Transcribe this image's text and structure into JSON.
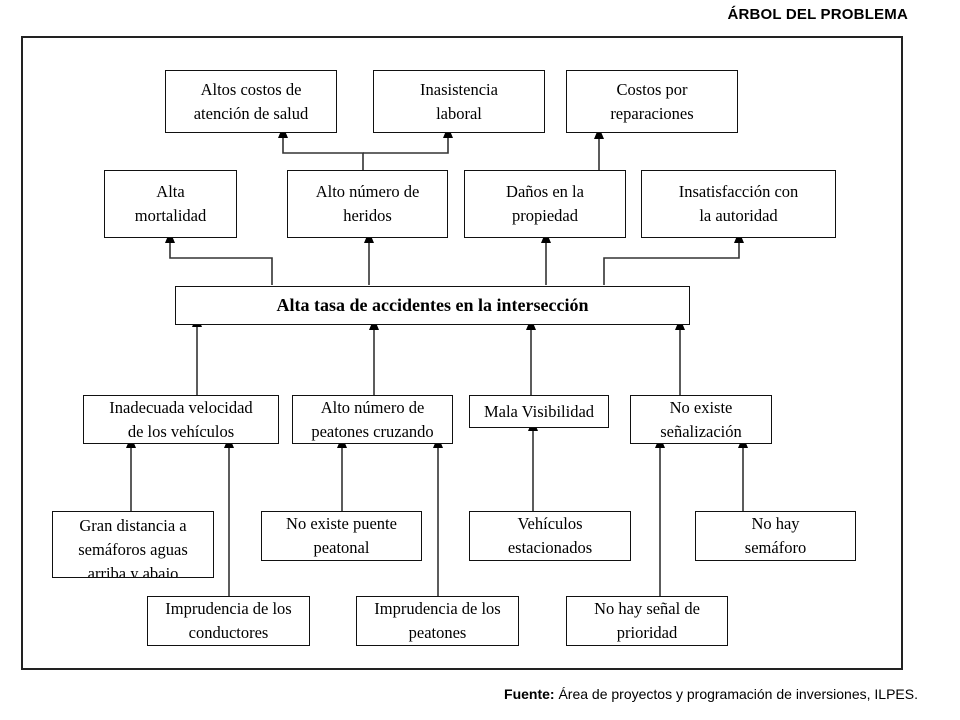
{
  "title": "ÁRBOL DEL PROBLEMA",
  "source": {
    "label": "Fuente:",
    "text": " Área de proyectos y programación de inversiones, ILPES."
  },
  "central_problem": "Alta tasa de accidentes en la intersección",
  "effects": {
    "top": [
      "Altos costos de\natención de salud",
      "Inasistencia\nlaboral",
      "Costos por\nreparaciones"
    ],
    "direct": [
      "Alta\nmortalidad",
      "Alto número de\nheridos",
      "Daños en la\npropiedad",
      "Insatisfacción con\nla autoridad"
    ]
  },
  "causes": {
    "direct": [
      "Inadecuada velocidad\nde los vehículos",
      "Alto número de\npeatones cruzando",
      "Mala Visibilidad",
      "No existe\nseñalización"
    ],
    "root": [
      "Gran distancia a\nsemáforos aguas\narriba y abajo",
      "Imprudencia de los\nconductores",
      "No existe puente\npeatonal",
      "Imprudencia de los\npeatones",
      "Vehículos\nestacionados",
      "No hay señal de\nprioridad",
      "No hay\nsemáforo"
    ]
  }
}
